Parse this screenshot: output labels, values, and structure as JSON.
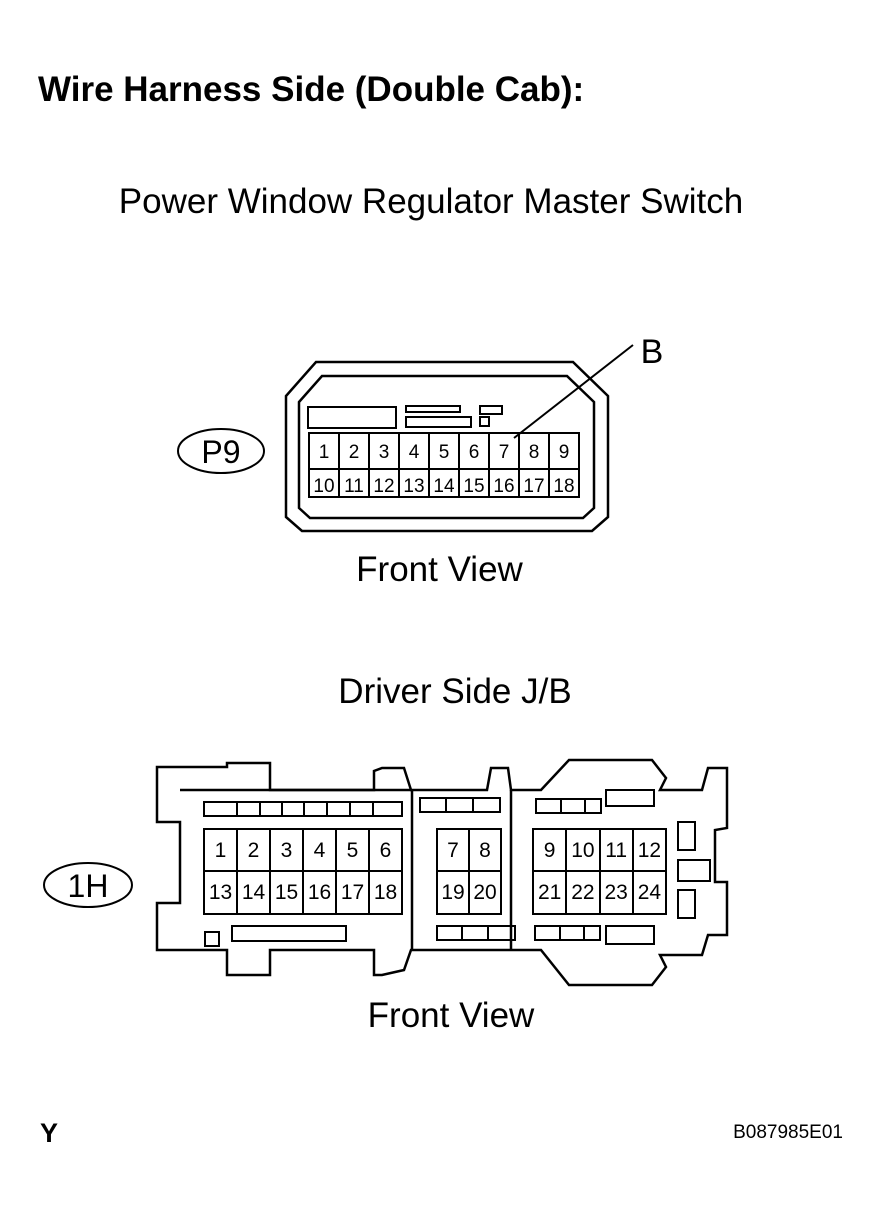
{
  "title": "Wire Harness Side (Double Cab):",
  "connector_p9": {
    "name": "Power Window Regulator Master Switch",
    "code": "P9",
    "callout": "B",
    "view": "Front View",
    "row1": [
      "1",
      "2",
      "3",
      "4",
      "5",
      "6",
      "7",
      "8",
      "9"
    ],
    "row2": [
      "10",
      "11",
      "12",
      "13",
      "14",
      "15",
      "16",
      "17",
      "18"
    ]
  },
  "connector_1h": {
    "name": "Driver Side J/B",
    "code": "1H",
    "view": "Front View",
    "left_row1": [
      "1",
      "2",
      "3",
      "4",
      "5",
      "6"
    ],
    "left_row2": [
      "13",
      "14",
      "15",
      "16",
      "17",
      "18"
    ],
    "mid_row1": [
      "7",
      "8"
    ],
    "mid_row2": [
      "19",
      "20"
    ],
    "right_row1": [
      "9",
      "10",
      "11",
      "12"
    ],
    "right_row2": [
      "21",
      "22",
      "23",
      "24"
    ]
  },
  "footer": {
    "left": "Y",
    "right": "B087985E01"
  }
}
